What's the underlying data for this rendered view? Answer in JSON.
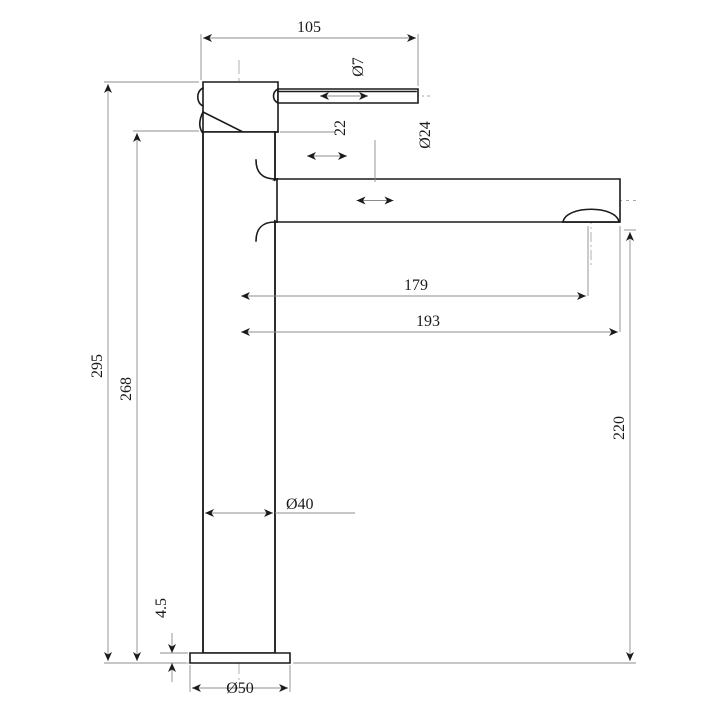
{
  "drawing": {
    "type": "engineering-dimension-drawing",
    "subject": "tall-basin-mixer-tap-elevation",
    "units": "mm",
    "background_color": "#ffffff",
    "object_line_color": "#1a1a1a",
    "dimension_line_color": "#8c8c8c",
    "center_line_color": "#a8a8a8"
  },
  "dimensions": {
    "lever_length": "105",
    "lever_diameter": "Ø7",
    "spout_offset_below_lever": "22",
    "spout_diameter": "Ø24",
    "spout_reach_inner": "179",
    "spout_reach_outer": "193",
    "overall_height": "295",
    "body_height": "268",
    "spout_height_from_base": "220",
    "body_diameter": "Ø40",
    "base_thickness": "4.5",
    "base_diameter": "Ø50"
  }
}
